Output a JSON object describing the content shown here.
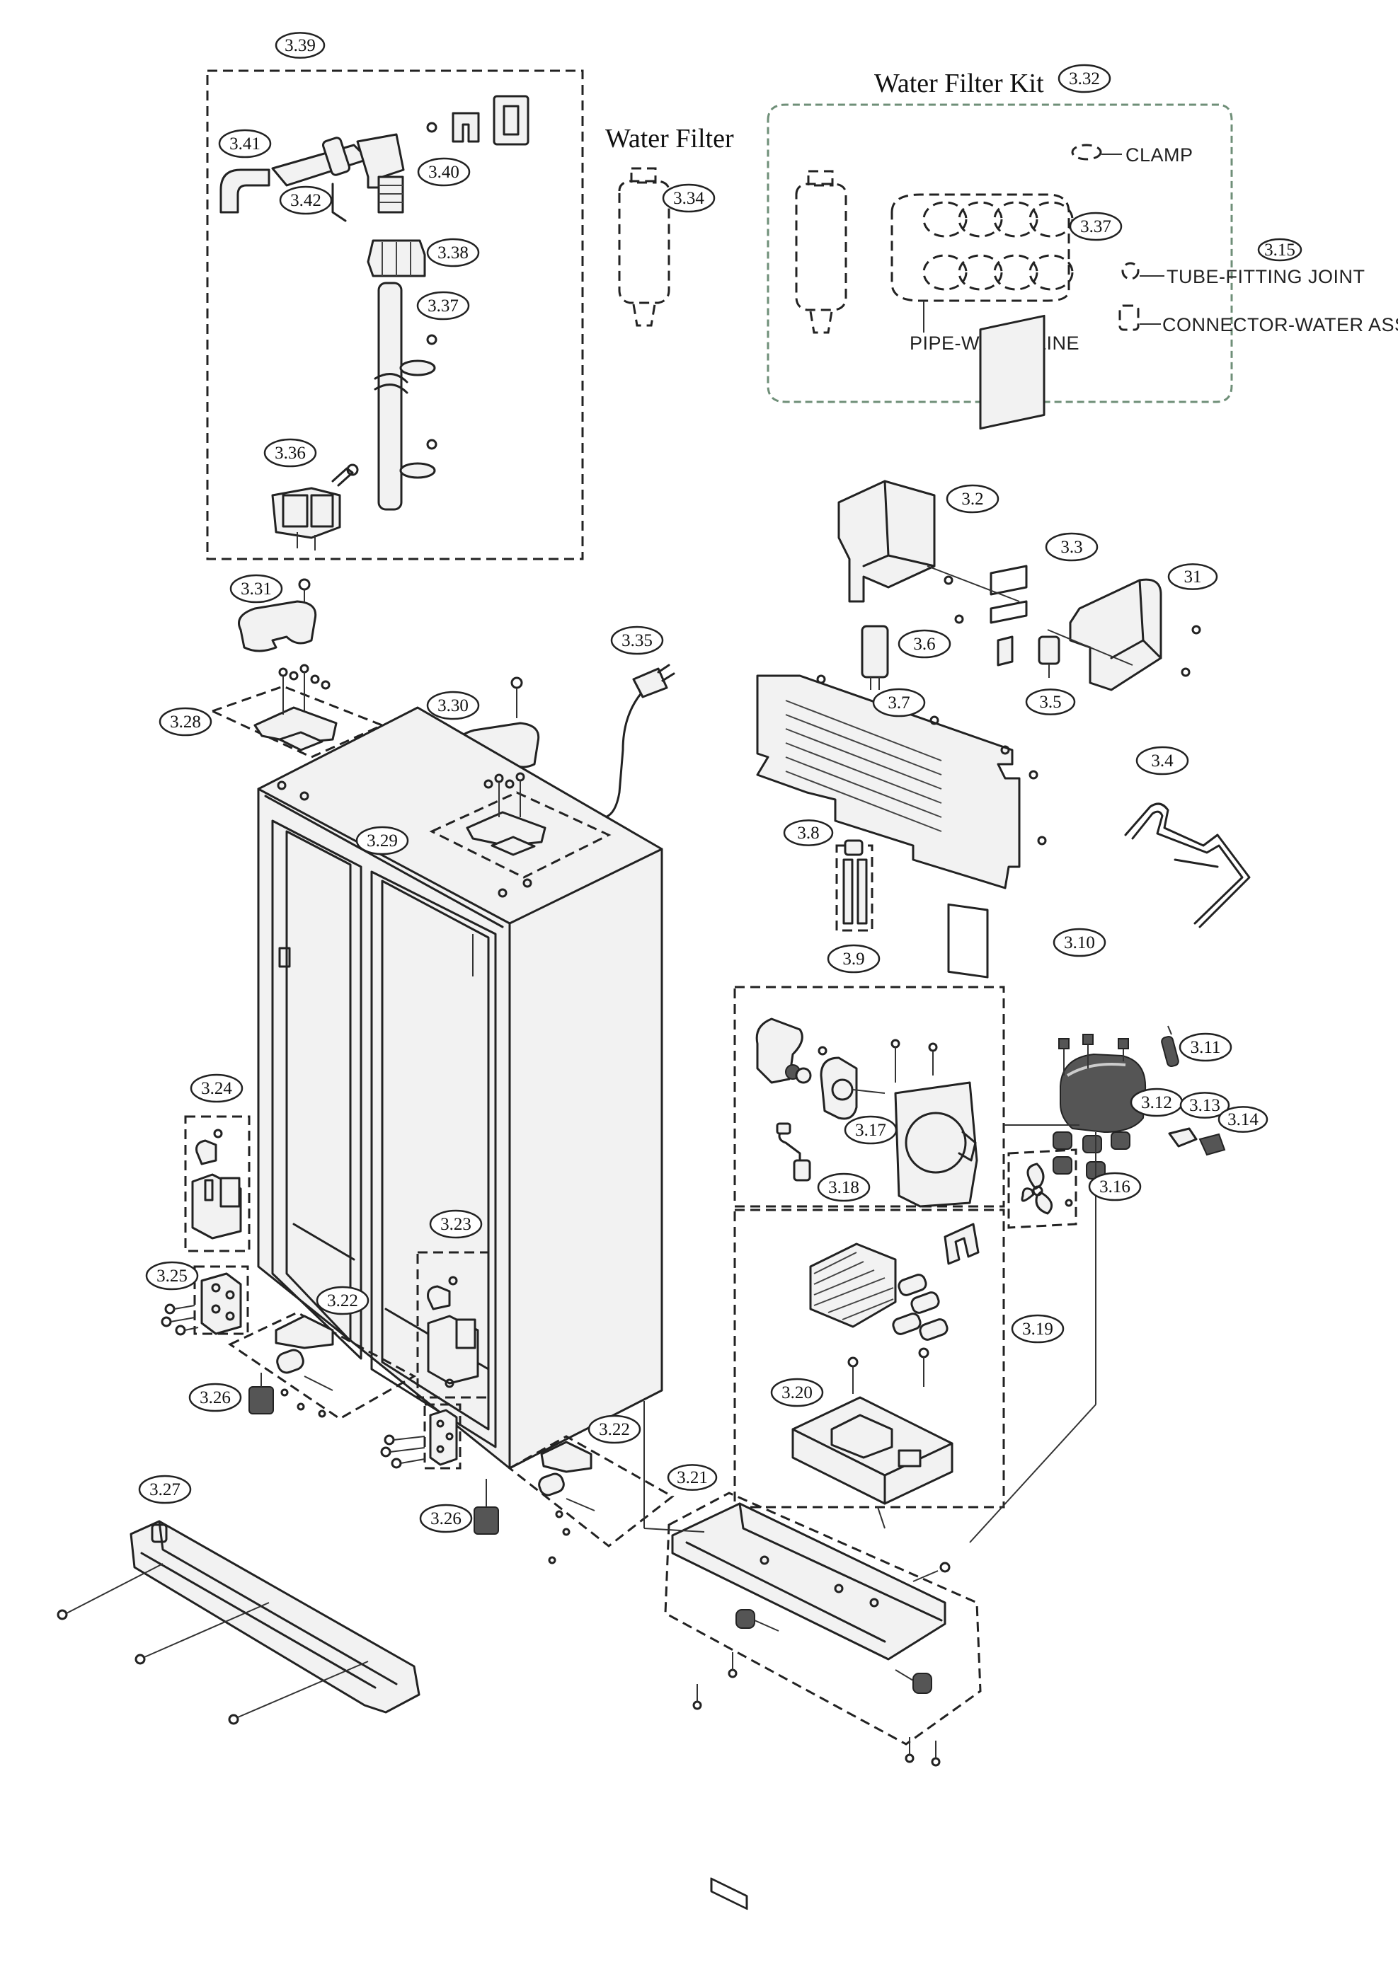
{
  "titles": {
    "water_filter": "Water Filter",
    "water_filter_kit": "Water Filter Kit"
  },
  "annotations": {
    "clamp": "CLAMP",
    "tube_fitting_joint": "TUBE-FITTING JOINT",
    "connector_water_assy": "CONNECTOR-WATER ASSY",
    "pipe_water_line": "PIPE-WATER LINE"
  },
  "callouts": [
    {
      "id": "c339",
      "label": "3.39"
    },
    {
      "id": "c341",
      "label": "3.41"
    },
    {
      "id": "c340",
      "label": "3.40"
    },
    {
      "id": "c342",
      "label": "3.42"
    },
    {
      "id": "c338",
      "label": "3.38"
    },
    {
      "id": "c337a",
      "label": "3.37"
    },
    {
      "id": "c336",
      "label": "3.36"
    },
    {
      "id": "c334",
      "label": "3.34"
    },
    {
      "id": "c332",
      "label": "3.32"
    },
    {
      "id": "c337b",
      "label": "3.37"
    },
    {
      "id": "c315",
      "label": "3.15"
    },
    {
      "id": "c32",
      "label": "3.2"
    },
    {
      "id": "c33",
      "label": "3.3"
    },
    {
      "id": "c31b",
      "label": "31"
    },
    {
      "id": "c36",
      "label": "3.6"
    },
    {
      "id": "c35",
      "label": "3.5"
    },
    {
      "id": "c37",
      "label": "3.7"
    },
    {
      "id": "c34",
      "label": "3.4"
    },
    {
      "id": "c38",
      "label": "3.8"
    },
    {
      "id": "c331",
      "label": "3.31"
    },
    {
      "id": "c335",
      "label": "3.35"
    },
    {
      "id": "c328",
      "label": "3.28"
    },
    {
      "id": "c330",
      "label": "3.30"
    },
    {
      "id": "c329",
      "label": "3.29"
    },
    {
      "id": "c39",
      "label": "3.9"
    },
    {
      "id": "c310",
      "label": "3.10"
    },
    {
      "id": "c311",
      "label": "3.11"
    },
    {
      "id": "c312",
      "label": "3.12"
    },
    {
      "id": "c313",
      "label": "3.13"
    },
    {
      "id": "c314",
      "label": "3.14"
    },
    {
      "id": "c317",
      "label": "3.17"
    },
    {
      "id": "c316",
      "label": "3.16"
    },
    {
      "id": "c318",
      "label": "3.18"
    },
    {
      "id": "c324",
      "label": "3.24"
    },
    {
      "id": "c319",
      "label": "3.19"
    },
    {
      "id": "c323",
      "label": "3.23"
    },
    {
      "id": "c325",
      "label": "3.25"
    },
    {
      "id": "c322a",
      "label": "3.22"
    },
    {
      "id": "c320",
      "label": "3.20"
    },
    {
      "id": "c326a",
      "label": "3.26"
    },
    {
      "id": "c322b",
      "label": "3.22"
    },
    {
      "id": "c321",
      "label": "3.21"
    },
    {
      "id": "c327",
      "label": "3.27"
    },
    {
      "id": "c326b",
      "label": "3.26"
    }
  ]
}
